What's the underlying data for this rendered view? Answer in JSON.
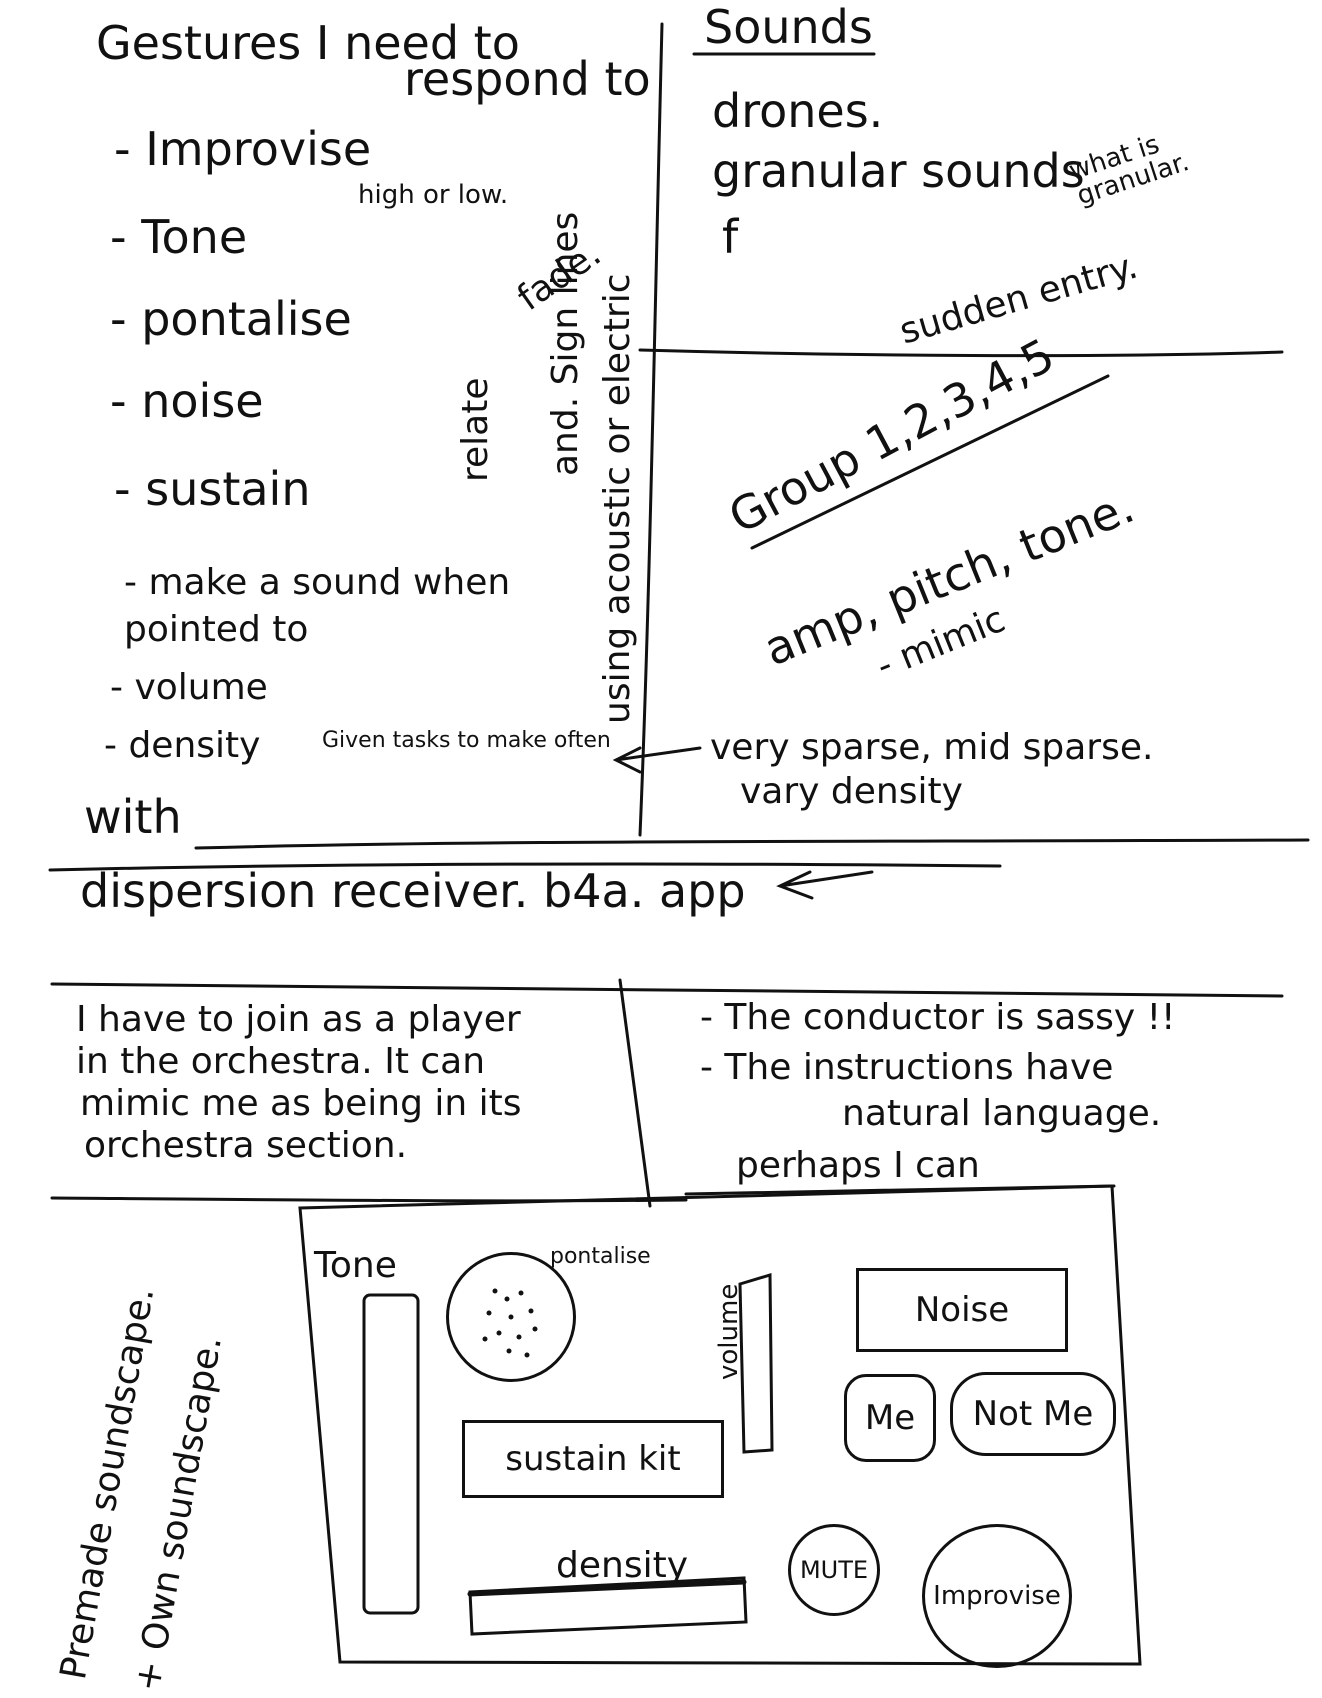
{
  "gestures": {
    "title_line1": "Gestures I need to",
    "title_line2": "respond to",
    "items": [
      "Improvise",
      "Tone",
      "pontalise",
      "noise",
      "sustain",
      "make a sound when pointed to",
      "volume",
      "density"
    ],
    "item_prefix": "-",
    "note_high_low": "high or low.",
    "note_fade": "fade.",
    "note_relate": "relate",
    "note_and_sign_lines": "and. Sign lines",
    "note_given_tasks": "Given tasks to make often",
    "note_with": "with",
    "note_acoustic": "using acoustic or electric"
  },
  "sounds": {
    "title": "Sounds",
    "items": [
      "drones.",
      "granular sounds",
      "f",
      "sudden entry."
    ],
    "note_granular": "what is granular."
  },
  "groups": {
    "title": "Group 1,2,3,4,5",
    "items": [
      "amp, pitch, tone.",
      "- mimic"
    ]
  },
  "density_note": {
    "line1": "very sparse, mid sparse.",
    "line2": "vary density"
  },
  "url": {
    "text": "dispersion receiver. b4a. app"
  },
  "join_note": {
    "lines": [
      "I have to join as a player",
      "in the orchestra. It can",
      "mimic me as being in its",
      "orchestra section."
    ]
  },
  "conductor_note": {
    "lines": [
      "- The conductor is sassy !!",
      "- The instructions have",
      "natural language.",
      "perhaps I can"
    ]
  },
  "side_note": {
    "line1": "Premade soundscape.",
    "line2": "+ Own soundscape."
  },
  "mockup": {
    "tone_label": "Tone",
    "pontalise_label": "pontalise",
    "volume_label": "volume",
    "noise_button": "Noise",
    "me_button": "Me",
    "not_me_button": "Not Me",
    "sustain_button": "sustain kit",
    "density_label": "density",
    "mute_button": "MUTE",
    "improvise_button": "Improvise"
  }
}
